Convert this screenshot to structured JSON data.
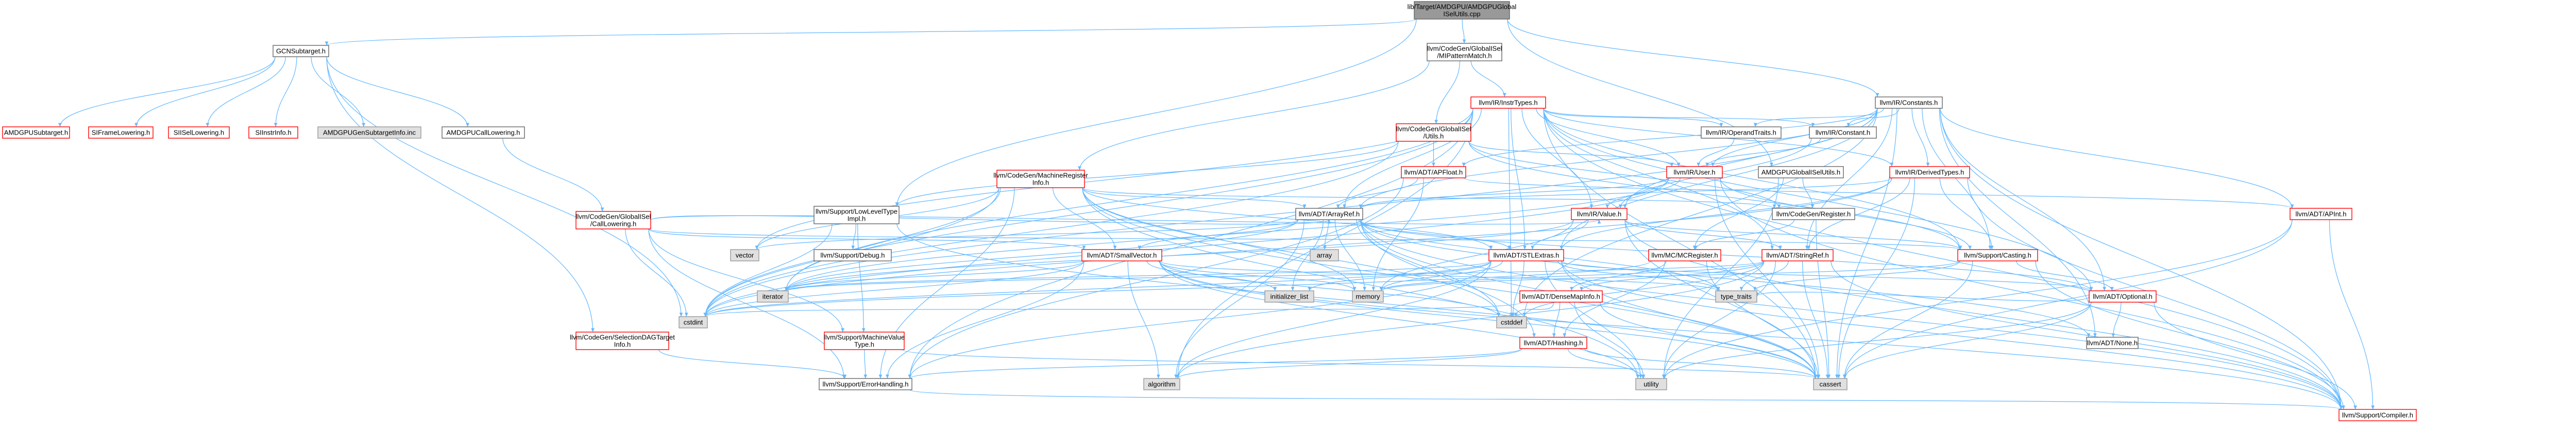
{
  "graph": {
    "type": "include-dependency-graph",
    "colors": {
      "root_fill": "#999999",
      "root_border": "#666666",
      "normal_fill": "#ffffff",
      "normal_border": "#666666",
      "red_border": "#ff0000",
      "system_fill": "#e0e0e0",
      "system_border": "#999999",
      "edge": "#63b8ff",
      "text": "#000000"
    },
    "nodes": [
      {
        "id": "root",
        "lines": [
          "lib/Target/AMDGPU/AMDGPUGlobal",
          "ISelUtils.cpp"
        ],
        "style": "root"
      },
      {
        "id": "gcnsub",
        "lines": [
          "GCNSubtarget.h"
        ],
        "style": "normal"
      },
      {
        "id": "gimpm",
        "lines": [
          "llvm/CodeGen/GlobalISel",
          "/MIPatternMatch.h"
        ],
        "style": "normal"
      },
      {
        "id": "irconst",
        "lines": [
          "llvm/IR/Constants.h"
        ],
        "style": "normal"
      },
      {
        "id": "amdgpusub",
        "lines": [
          "AMDGPUSubtarget.h"
        ],
        "style": "red"
      },
      {
        "id": "siframe",
        "lines": [
          "SIFrameLowering.h"
        ],
        "style": "red"
      },
      {
        "id": "siisel",
        "lines": [
          "SIISelLowering.h"
        ],
        "style": "red"
      },
      {
        "id": "siinstr",
        "lines": [
          "SIInstrInfo.h"
        ],
        "style": "red"
      },
      {
        "id": "gensubinfo",
        "lines": [
          "AMDGPUGenSubtargetInfo.inc"
        ],
        "style": "system"
      },
      {
        "id": "calllow",
        "lines": [
          "AMDGPUCallLowering.h"
        ],
        "style": "normal"
      },
      {
        "id": "instrtypes",
        "lines": [
          "llvm/IR/InstrTypes.h"
        ],
        "style": "red"
      },
      {
        "id": "giutils",
        "lines": [
          "llvm/CodeGen/GlobalISel",
          "/Utils.h"
        ],
        "style": "red"
      },
      {
        "id": "mri",
        "lines": [
          "llvm/CodeGen/MachineRegister",
          "Info.h"
        ],
        "style": "red"
      },
      {
        "id": "gicall",
        "lines": [
          "llvm/CodeGen/GlobalISel",
          "/CallLowering.h"
        ],
        "style": "red"
      },
      {
        "id": "optraits",
        "lines": [
          "llvm/IR/OperandTraits.h"
        ],
        "style": "normal"
      },
      {
        "id": "irconstant",
        "lines": [
          "llvm/IR/Constant.h"
        ],
        "style": "normal"
      },
      {
        "id": "apfloat",
        "lines": [
          "llvm/ADT/APFloat.h"
        ],
        "style": "red"
      },
      {
        "id": "iruser",
        "lines": [
          "llvm/IR/User.h"
        ],
        "style": "red"
      },
      {
        "id": "derived",
        "lines": [
          "llvm/IR/DerivedTypes.h"
        ],
        "style": "red"
      },
      {
        "id": "giselutils",
        "lines": [
          "AMDGPUGlobalISelUtils.h"
        ],
        "style": "normal"
      },
      {
        "id": "lowlevel",
        "lines": [
          "llvm/Support/LowLevelType",
          "Impl.h"
        ],
        "style": "normal"
      },
      {
        "id": "arrayref",
        "lines": [
          "llvm/ADT/ArrayRef.h"
        ],
        "style": "normal"
      },
      {
        "id": "irvalue",
        "lines": [
          "llvm/IR/Value.h"
        ],
        "style": "red"
      },
      {
        "id": "codegenreg",
        "lines": [
          "llvm/CodeGen/Register.h"
        ],
        "style": "normal"
      },
      {
        "id": "apint",
        "lines": [
          "llvm/ADT/APInt.h"
        ],
        "style": "red"
      },
      {
        "id": "vector",
        "lines": [
          "vector"
        ],
        "style": "system"
      },
      {
        "id": "array",
        "lines": [
          "array"
        ],
        "style": "system"
      },
      {
        "id": "debug",
        "lines": [
          "llvm/Support/Debug.h"
        ],
        "style": "normal"
      },
      {
        "id": "smallvec",
        "lines": [
          "llvm/ADT/SmallVector.h"
        ],
        "style": "red"
      },
      {
        "id": "stlextras",
        "lines": [
          "llvm/ADT/STLExtras.h"
        ],
        "style": "red"
      },
      {
        "id": "mcreg",
        "lines": [
          "llvm/MC/MCRegister.h"
        ],
        "style": "red"
      },
      {
        "id": "stringref",
        "lines": [
          "llvm/ADT/StringRef.h"
        ],
        "style": "red"
      },
      {
        "id": "casting",
        "lines": [
          "llvm/Support/Casting.h"
        ],
        "style": "red"
      },
      {
        "id": "iterator",
        "lines": [
          "iterator"
        ],
        "style": "system"
      },
      {
        "id": "initlist",
        "lines": [
          "initializer_list"
        ],
        "style": "system"
      },
      {
        "id": "memory",
        "lines": [
          "memory"
        ],
        "style": "system"
      },
      {
        "id": "typetraits",
        "lines": [
          "type_traits"
        ],
        "style": "system"
      },
      {
        "id": "densemapinfo",
        "lines": [
          "llvm/ADT/DenseMapInfo.h"
        ],
        "style": "red"
      },
      {
        "id": "optional",
        "lines": [
          "llvm/ADT/Optional.h"
        ],
        "style": "red"
      },
      {
        "id": "cstdint",
        "lines": [
          "cstdint"
        ],
        "style": "system"
      },
      {
        "id": "cstddef",
        "lines": [
          "cstddef"
        ],
        "style": "system"
      },
      {
        "id": "seldag",
        "lines": [
          "llvm/CodeGen/SelectionDAGTarget",
          "Info.h"
        ],
        "style": "red"
      },
      {
        "id": "mvt",
        "lines": [
          "llvm/Support/MachineValue",
          "Type.h"
        ],
        "style": "red"
      },
      {
        "id": "hashing",
        "lines": [
          "llvm/ADT/Hashing.h"
        ],
        "style": "red"
      },
      {
        "id": "none",
        "lines": [
          "llvm/ADT/None.h"
        ],
        "style": "normal"
      },
      {
        "id": "errhandling",
        "lines": [
          "llvm/Support/ErrorHandling.h"
        ],
        "style": "normal"
      },
      {
        "id": "algorithm",
        "lines": [
          "algorithm"
        ],
        "style": "system"
      },
      {
        "id": "utility",
        "lines": [
          "utility"
        ],
        "style": "system"
      },
      {
        "id": "cassert",
        "lines": [
          "cassert"
        ],
        "style": "system"
      },
      {
        "id": "compiler",
        "lines": [
          "llvm/Support/Compiler.h"
        ],
        "style": "red"
      }
    ],
    "edges": [
      [
        "root",
        "gcnsub"
      ],
      [
        "root",
        "gimpm"
      ],
      [
        "root",
        "irconst"
      ],
      [
        "root",
        "lowlevel"
      ],
      [
        "root",
        "giselutils"
      ],
      [
        "gcnsub",
        "amdgpusub"
      ],
      [
        "gcnsub",
        "siframe"
      ],
      [
        "gcnsub",
        "siisel"
      ],
      [
        "gcnsub",
        "siinstr"
      ],
      [
        "gcnsub",
        "gensubinfo"
      ],
      [
        "gcnsub",
        "calllow"
      ],
      [
        "gcnsub",
        "seldag"
      ],
      [
        "gcnsub",
        "cstdint"
      ],
      [
        "calllow",
        "gicall"
      ],
      [
        "gimpm",
        "instrtypes"
      ],
      [
        "gimpm",
        "giutils"
      ],
      [
        "gimpm",
        "mri"
      ],
      [
        "irconst",
        "irconstant"
      ],
      [
        "irconst",
        "optraits"
      ],
      [
        "irconst",
        "iruser"
      ],
      [
        "irconst",
        "derived"
      ],
      [
        "irconst",
        "apfloat"
      ],
      [
        "irconst",
        "apint"
      ],
      [
        "irconst",
        "arrayref"
      ],
      [
        "irconst",
        "stlextras"
      ],
      [
        "irconst",
        "casting"
      ],
      [
        "irconst",
        "compiler"
      ],
      [
        "irconst",
        "cassert"
      ],
      [
        "irconst",
        "cstddef"
      ],
      [
        "irconst",
        "cstdint"
      ],
      [
        "irconst",
        "irvalue"
      ],
      [
        "irconst",
        "stringref"
      ],
      [
        "irconst",
        "none"
      ],
      [
        "irconst",
        "optional"
      ],
      [
        "instrtypes",
        "optraits"
      ],
      [
        "instrtypes",
        "iruser"
      ],
      [
        "instrtypes",
        "derived"
      ],
      [
        "instrtypes",
        "arrayref"
      ],
      [
        "instrtypes",
        "stlextras"
      ],
      [
        "instrtypes",
        "casting"
      ],
      [
        "instrtypes",
        "stringref"
      ],
      [
        "instrtypes",
        "vector"
      ],
      [
        "instrtypes",
        "iterator"
      ],
      [
        "instrtypes",
        "cstddef"
      ],
      [
        "instrtypes",
        "cstdint"
      ],
      [
        "instrtypes",
        "optional"
      ],
      [
        "instrtypes",
        "cassert"
      ],
      [
        "instrtypes",
        "algorithm"
      ],
      [
        "instrtypes",
        "irvalue"
      ],
      [
        "instrtypes",
        "irconstant"
      ],
      [
        "instrtypes",
        "compiler"
      ],
      [
        "instrtypes",
        "errhandling"
      ],
      [
        "giutils",
        "apfloat"
      ],
      [
        "giutils",
        "codegenreg"
      ],
      [
        "giutils",
        "lowlevel"
      ],
      [
        "giutils",
        "casting"
      ],
      [
        "giutils",
        "iruser"
      ],
      [
        "giutils",
        "cstdint"
      ],
      [
        "mri",
        "arrayref"
      ],
      [
        "mri",
        "smallvec"
      ],
      [
        "mri",
        "codegenreg"
      ],
      [
        "mri",
        "iterator"
      ],
      [
        "mri",
        "memory"
      ],
      [
        "mri",
        "utility"
      ],
      [
        "mri",
        "vector"
      ],
      [
        "mri",
        "cassert"
      ],
      [
        "mri",
        "cstddef"
      ],
      [
        "mri",
        "cstdint"
      ],
      [
        "mri",
        "errhandling"
      ],
      [
        "mri",
        "stlextras"
      ],
      [
        "gicall",
        "arrayref"
      ],
      [
        "gicall",
        "smallvec"
      ],
      [
        "gicall",
        "mvt"
      ],
      [
        "gicall",
        "irvalue"
      ],
      [
        "gicall",
        "casting"
      ],
      [
        "gicall",
        "errhandling"
      ],
      [
        "gicall",
        "cstdint"
      ],
      [
        "gicall",
        "functional"
      ],
      [
        "optraits",
        "iruser"
      ],
      [
        "irconstant",
        "iruser"
      ],
      [
        "irconstant",
        "irvalue"
      ],
      [
        "apfloat",
        "apint"
      ],
      [
        "apfloat",
        "arrayref"
      ],
      [
        "apfloat",
        "errhandling"
      ],
      [
        "apfloat",
        "memory"
      ],
      [
        "iruser",
        "irvalue"
      ],
      [
        "iruser",
        "arrayref"
      ],
      [
        "iruser",
        "casting"
      ],
      [
        "iruser",
        "compiler"
      ],
      [
        "iruser",
        "cstdint"
      ],
      [
        "iruser",
        "cassert"
      ],
      [
        "iruser",
        "iterator"
      ],
      [
        "derived",
        "arrayref"
      ],
      [
        "derived",
        "stlextras"
      ],
      [
        "derived",
        "stringref"
      ],
      [
        "derived",
        "casting"
      ],
      [
        "derived",
        "compiler"
      ],
      [
        "derived",
        "cassert"
      ],
      [
        "derived",
        "cstdint"
      ],
      [
        "giselutils",
        "codegenreg"
      ],
      [
        "giselutils",
        "mcreg"
      ],
      [
        "giselutils",
        "utility"
      ],
      [
        "lowlevel",
        "mvt"
      ],
      [
        "lowlevel",
        "debug"
      ],
      [
        "lowlevel",
        "cassert"
      ],
      [
        "lowlevel",
        "cstdint"
      ],
      [
        "arrayref",
        "smallvec"
      ],
      [
        "arrayref",
        "stlextras"
      ],
      [
        "arrayref",
        "compiler"
      ],
      [
        "arrayref",
        "algorithm"
      ],
      [
        "arrayref",
        "array"
      ],
      [
        "arrayref",
        "cassert"
      ],
      [
        "arrayref",
        "cstddef"
      ],
      [
        "arrayref",
        "initlist"
      ],
      [
        "arrayref",
        "iterator"
      ],
      [
        "arrayref",
        "memory"
      ],
      [
        "arrayref",
        "typetraits"
      ],
      [
        "arrayref",
        "vector"
      ],
      [
        "arrayref",
        "hashing"
      ],
      [
        "arrayref",
        "none"
      ],
      [
        "arrayref",
        "optional"
      ],
      [
        "irvalue",
        "stringref"
      ],
      [
        "irvalue",
        "casting"
      ],
      [
        "irvalue",
        "iterator"
      ],
      [
        "irvalue",
        "memory"
      ],
      [
        "irvalue",
        "cassert"
      ],
      [
        "irvalue",
        "compiler"
      ],
      [
        "irvalue",
        "stlextras"
      ],
      [
        "codegenreg",
        "mcreg"
      ],
      [
        "codegenreg",
        "cassert"
      ],
      [
        "apint",
        "compiler"
      ],
      [
        "apint",
        "cassert"
      ],
      [
        "apint",
        "utility"
      ],
      [
        "smallvec",
        "compiler"
      ],
      [
        "smallvec",
        "typetraits"
      ],
      [
        "smallvec",
        "algorithm"
      ],
      [
        "smallvec",
        "cassert"
      ],
      [
        "smallvec",
        "cstddef"
      ],
      [
        "smallvec",
        "cstdint"
      ],
      [
        "smallvec",
        "initlist"
      ],
      [
        "smallvec",
        "iterator"
      ],
      [
        "smallvec",
        "memory"
      ],
      [
        "smallvec",
        "utility"
      ],
      [
        "smallvec",
        "errhandling"
      ],
      [
        "stlextras",
        "optional"
      ],
      [
        "stlextras",
        "compiler"
      ],
      [
        "stlextras",
        "typetraits"
      ],
      [
        "stlextras",
        "utility"
      ],
      [
        "stlextras",
        "algorithm"
      ],
      [
        "stlextras",
        "cassert"
      ],
      [
        "stlextras",
        "cstddef"
      ],
      [
        "stlextras",
        "cstdint"
      ],
      [
        "stlextras",
        "initlist"
      ],
      [
        "stlextras",
        "iterator"
      ],
      [
        "stlextras",
        "memory"
      ],
      [
        "stlextras",
        "errhandling"
      ],
      [
        "mcreg",
        "densemapinfo"
      ],
      [
        "mcreg",
        "hashing"
      ],
      [
        "mcreg",
        "cassert"
      ],
      [
        "mcreg",
        "cstdint"
      ],
      [
        "stringref",
        "densemapinfo"
      ],
      [
        "stringref",
        "compiler"
      ],
      [
        "stringref",
        "typetraits"
      ],
      [
        "stringref",
        "algorithm"
      ],
      [
        "stringref",
        "cassert"
      ],
      [
        "stringref",
        "cstddef"
      ],
      [
        "stringref",
        "iterator"
      ],
      [
        "stringref",
        "memory"
      ],
      [
        "stringref",
        "utility"
      ],
      [
        "casting",
        "optional"
      ],
      [
        "casting",
        "compiler"
      ],
      [
        "casting",
        "typetraits"
      ],
      [
        "casting",
        "cassert"
      ],
      [
        "casting",
        "memory"
      ],
      [
        "densemapinfo",
        "hashing"
      ],
      [
        "densemapinfo",
        "cassert"
      ],
      [
        "densemapinfo",
        "cstddef"
      ],
      [
        "densemapinfo",
        "cstdint"
      ],
      [
        "densemapinfo",
        "utility"
      ],
      [
        "optional",
        "none"
      ],
      [
        "optional",
        "compiler"
      ],
      [
        "optional",
        "typetraits"
      ],
      [
        "optional",
        "cassert"
      ],
      [
        "optional",
        "new"
      ],
      [
        "optional",
        "utility"
      ],
      [
        "mvt",
        "errhandling"
      ],
      [
        "mvt",
        "cassert"
      ],
      [
        "hashing",
        "errhandling"
      ],
      [
        "hashing",
        "algorithm"
      ],
      [
        "hashing",
        "cassert"
      ],
      [
        "hashing",
        "utility"
      ],
      [
        "errhandling",
        "compiler"
      ],
      [
        "seldag",
        "errhandling"
      ]
    ]
  }
}
